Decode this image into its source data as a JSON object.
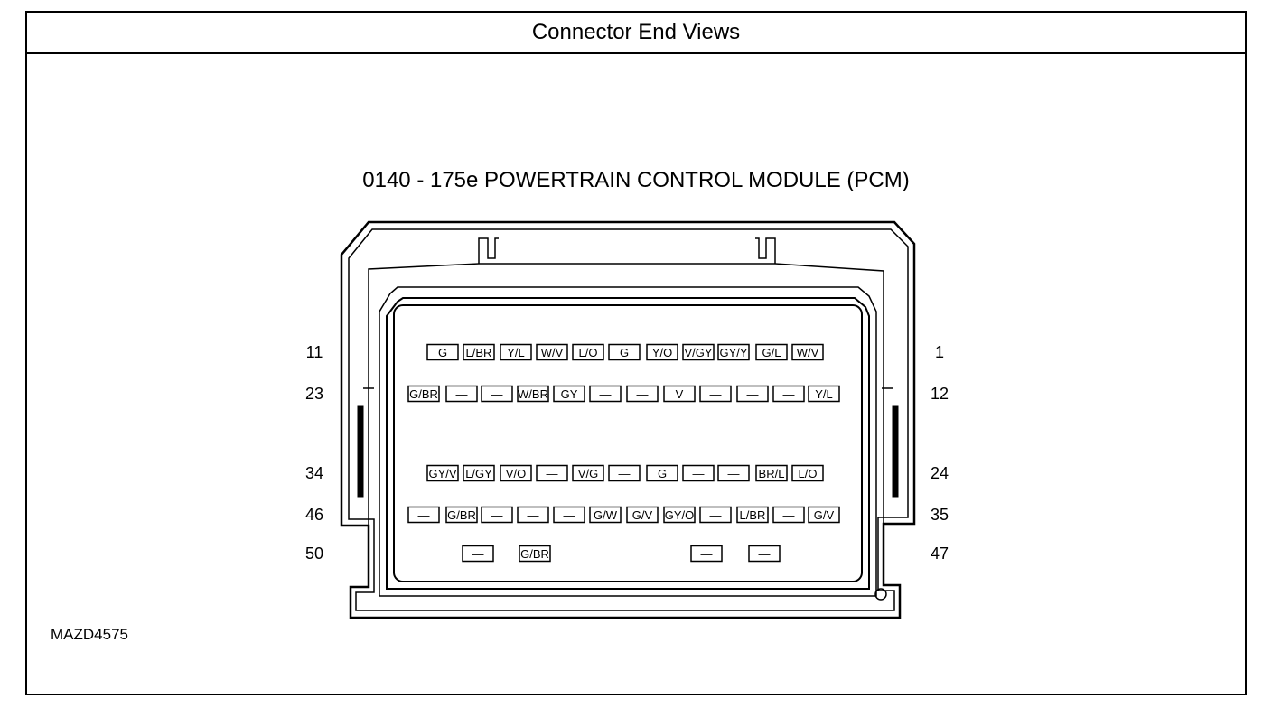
{
  "header": {
    "title": "Connector End Views"
  },
  "diagram": {
    "title": "0140 - 175e POWERTRAIN CONTROL MODULE (PCM)"
  },
  "figure_id": "MAZD4575",
  "rows": [
    {
      "left_number": "11",
      "right_number": "1",
      "pins": [
        "G",
        "L/BR",
        "Y/L",
        "W/V",
        "L/O",
        "G",
        "Y/O",
        "V/GY",
        "GY/Y",
        "G/L",
        "W/V"
      ]
    },
    {
      "left_number": "23",
      "right_number": "12",
      "pins": [
        "G/BR",
        "—",
        "—",
        "W/BR",
        "GY",
        "—",
        "—",
        "V",
        "—",
        "—",
        "—",
        "Y/L"
      ]
    },
    {
      "left_number": "34",
      "right_number": "24",
      "pins": [
        "GY/V",
        "L/GY",
        "V/O",
        "—",
        "V/G",
        "—",
        "G",
        "—",
        "—",
        "BR/L",
        "L/O"
      ]
    },
    {
      "left_number": "46",
      "right_number": "35",
      "pins": [
        "—",
        "G/BR",
        "—",
        "—",
        "—",
        "G/W",
        "G/V",
        "GY/O",
        "—",
        "L/BR",
        "—",
        "G/V"
      ]
    },
    {
      "left_number": "50",
      "right_number": "47",
      "pins": [
        "—",
        "G/BR",
        "—",
        "—"
      ]
    }
  ]
}
